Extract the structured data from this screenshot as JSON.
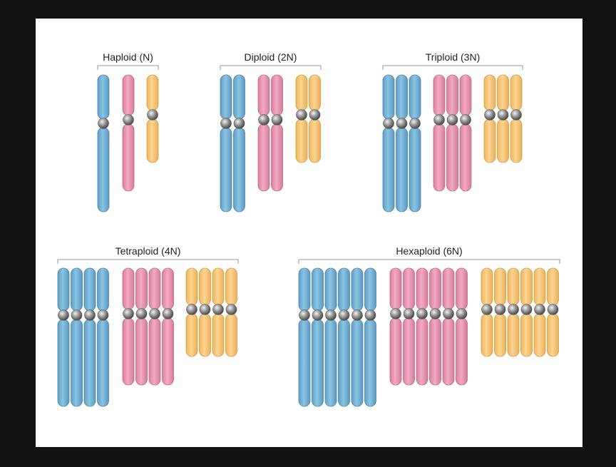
{
  "title": "",
  "colors": {
    "frame": "#111111",
    "background": "#ffffff",
    "blue": "#79b4d8",
    "pink": "#e899b3",
    "orange": "#f6c87c",
    "centromere": "#8f8f8f",
    "bracket": "#9a9a9a"
  },
  "chromosome_types": [
    {
      "color": "blue"
    },
    {
      "color": "pink"
    },
    {
      "color": "orange"
    }
  ],
  "groups": [
    {
      "id": "haploid",
      "label": "Haploid (N)",
      "copies": 1
    },
    {
      "id": "diploid",
      "label": "Diploid (2N)",
      "copies": 2
    },
    {
      "id": "triploid",
      "label": "Triploid (3N)",
      "copies": 3
    },
    {
      "id": "tetraploid",
      "label": "Tetraploid (4N)",
      "copies": 4
    },
    {
      "id": "hexaploid",
      "label": "Hexaploid (6N)",
      "copies": 6
    }
  ]
}
